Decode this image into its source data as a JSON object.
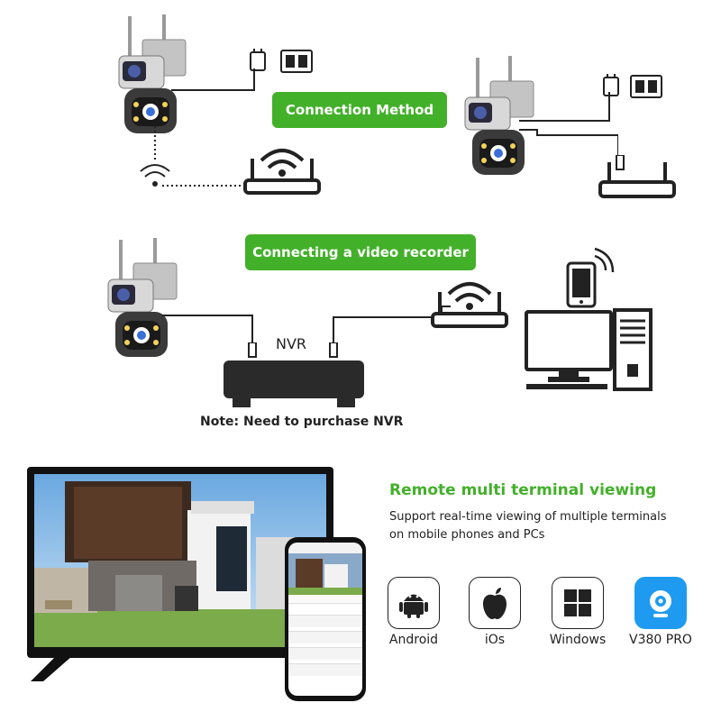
{
  "connection": {
    "title": "Connection Method"
  },
  "recorder": {
    "title": "Connecting a video recorder",
    "nvr_label": "NVR",
    "note": "Note: Need to purchase NVR"
  },
  "remote": {
    "title": "Remote multi terminal viewing",
    "description_line1": "Support real-time viewing of multiple terminals",
    "description_line2": "on mobile phones and PCs"
  },
  "platforms": [
    {
      "label": "Android",
      "icon": "android-icon"
    },
    {
      "label": "iOs",
      "icon": "apple-icon"
    },
    {
      "label": "Windows",
      "icon": "windows-icon"
    },
    {
      "label": "V380 PRO",
      "icon": "v380-pro-icon"
    }
  ],
  "colors": {
    "accent_green": "#43b02a",
    "v380_blue": "#1e9bf0"
  }
}
